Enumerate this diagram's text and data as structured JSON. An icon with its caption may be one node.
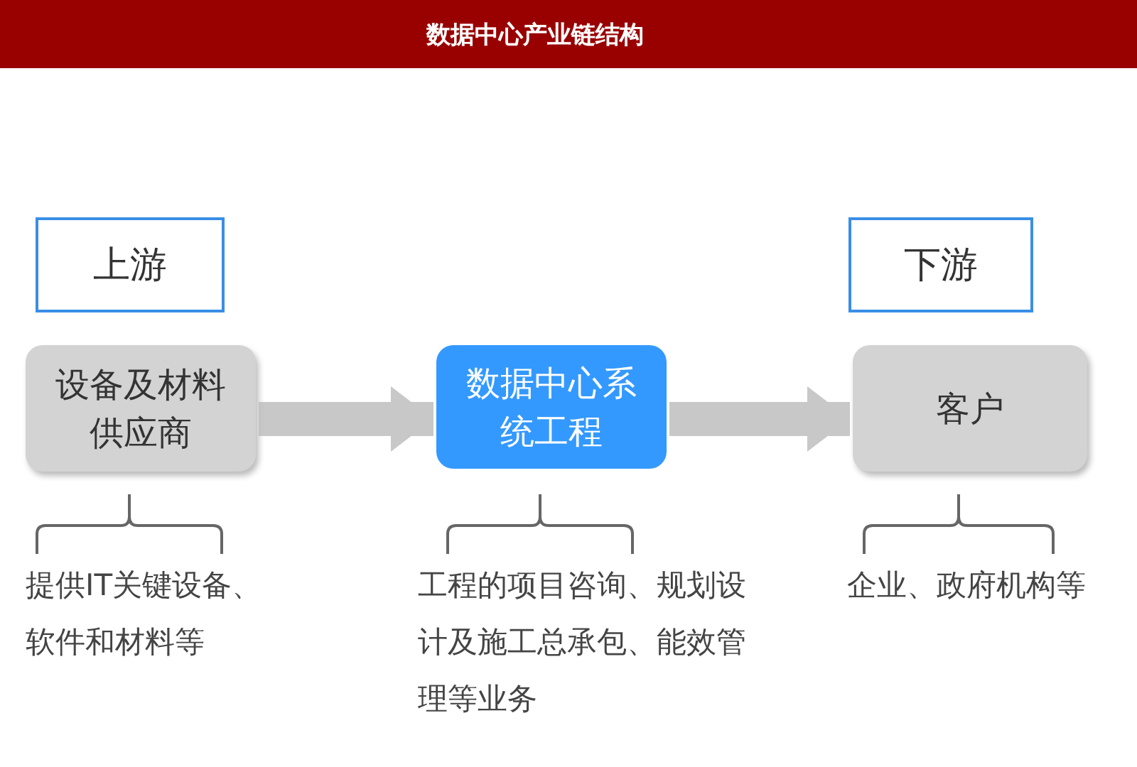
{
  "diagram": {
    "title": "数据中心产业链结构",
    "nodes": [
      {
        "text": [
          "上游"
        ]
      },
      {
        "text": [
          "设备及材料供应商"
        ],
        "beside": [
          "提供IT关键设备、软件和材料等"
        ]
      },
      {
        "text": [
          "数据中心系统工程"
        ],
        "beside": [
          "工程的项目咨询、规划设计及施工总承包、能效管理等业务"
        ]
      },
      {
        "text": [
          "下游"
        ]
      },
      {
        "text": [
          "客户"
        ],
        "beside": [
          "企业、政府机构等"
        ]
      }
    ],
    "edges": [
      {
        "from": 1,
        "to": 2,
        "arrow": "to"
      },
      {
        "from": 2,
        "to": 4,
        "arrow": "to"
      }
    ]
  }
}
